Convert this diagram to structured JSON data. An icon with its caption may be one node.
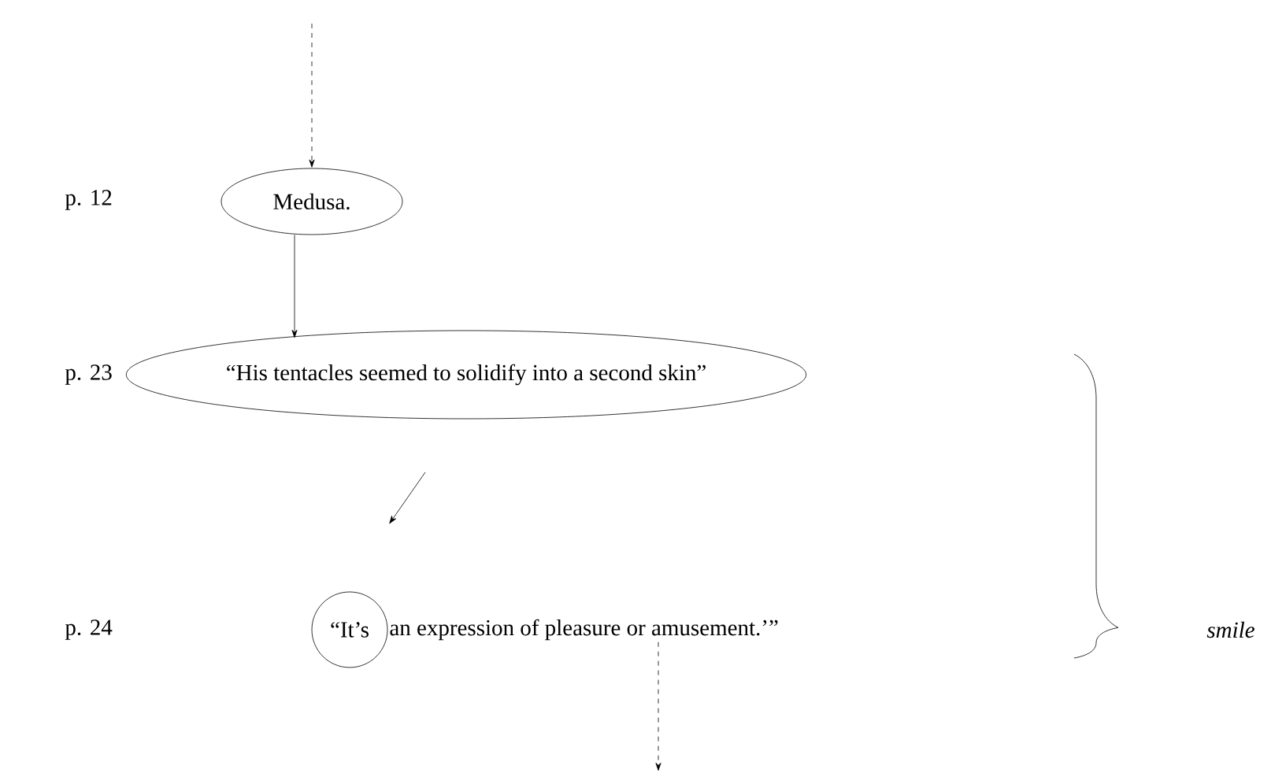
{
  "diagram": {
    "nodes": [
      {
        "text": [
          "Medusa."
        ]
      },
      {
        "text": [
          "“His tentacles seemed to solidify into a second skin”"
        ]
      },
      {
        "text": [
          "“It’s"
        ]
      },
      {
        "text": [
          "an expression of pleasure or amusement.’”"
        ]
      }
    ],
    "edges": [
      {
        "from": null,
        "to": 0,
        "arrow": "to",
        "style": "dashed"
      },
      {
        "from": 0,
        "to": 1,
        "arrow": "to"
      },
      {
        "from": 1,
        "to": 2,
        "arrow": "to"
      },
      {
        "from": 3,
        "to": null,
        "arrow": "to",
        "style": "dashed"
      }
    ],
    "labels": [
      "p. 12",
      "p. 23",
      "p. 24",
      "smile"
    ]
  }
}
